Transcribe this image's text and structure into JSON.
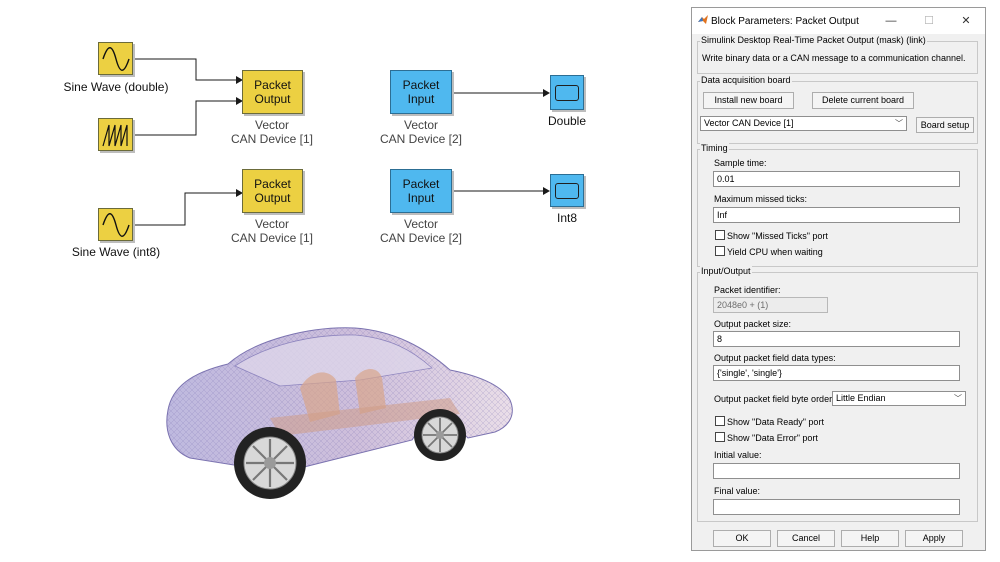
{
  "diagram": {
    "blocks": {
      "sine_double_label": "Sine Wave (double)",
      "sine_int8_label": "Sine Wave (int8)",
      "packet_output_1": {
        "line1": "Packet",
        "line2": "Output"
      },
      "packet_output_2": {
        "line1": "Packet",
        "line2": "Output"
      },
      "packet_input_1": {
        "line1": "Packet",
        "line2": "Input"
      },
      "packet_input_2": {
        "line1": "Packet",
        "line2": "Input"
      },
      "out_dev_1": {
        "line1": "Vector",
        "line2": "CAN Device [1]"
      },
      "out_dev_2": {
        "line1": "Vector",
        "line2": "CAN Device [1]"
      },
      "in_dev_1": {
        "line1": "Vector",
        "line2": "CAN Device [2]"
      },
      "in_dev_2": {
        "line1": "Vector",
        "line2": "CAN Device [2]"
      },
      "scope_double_label": "Double",
      "scope_int8_label": "Int8"
    },
    "colors": {
      "source_block": "#ecd042",
      "device_block": "#4fb8ef"
    }
  },
  "dialog": {
    "title": "Block Parameters: Packet Output",
    "window_buttons": {
      "minimize": "—",
      "maximize": "☐",
      "close": "✕"
    },
    "header": {
      "group_title": "Simulink Desktop Real-Time Packet Output (mask) (link)",
      "description": "Write binary data or a CAN message to a communication channel."
    },
    "board": {
      "group_title": "Data acquisition board",
      "install_button": "Install new board",
      "delete_button": "Delete current board",
      "selected_board": "Vector CAN Device [1]",
      "setup_button": "Board setup"
    },
    "timing": {
      "group_title": "Timing",
      "sample_time_label": "Sample time:",
      "sample_time_value": "0.01",
      "max_missed_label": "Maximum missed ticks:",
      "max_missed_value": "Inf",
      "show_missed_ticks": {
        "label": "Show \"Missed Ticks\" port",
        "checked": false
      },
      "yield_cpu": {
        "label": "Yield CPU when waiting",
        "checked": false
      }
    },
    "io": {
      "group_title": "Input/Output",
      "packet_id_label": "Packet identifier:",
      "packet_id_value": "2048e0 + (1)",
      "packet_size_label": "Output packet size:",
      "packet_size_value": "8",
      "field_types_label": "Output packet field data types:",
      "field_types_value": "{'single', 'single'}",
      "byte_order_label": "Output packet field byte order:",
      "byte_order_value": "Little Endian",
      "show_data_ready": {
        "label": "Show \"Data Ready\" port",
        "checked": false
      },
      "show_data_error": {
        "label": "Show \"Data Error\" port",
        "checked": false
      },
      "initial_value_label": "Initial value:",
      "initial_value": "",
      "final_value_label": "Final value:",
      "final_value": ""
    },
    "footer": {
      "ok": "OK",
      "cancel": "Cancel",
      "help": "Help",
      "apply": "Apply"
    }
  }
}
